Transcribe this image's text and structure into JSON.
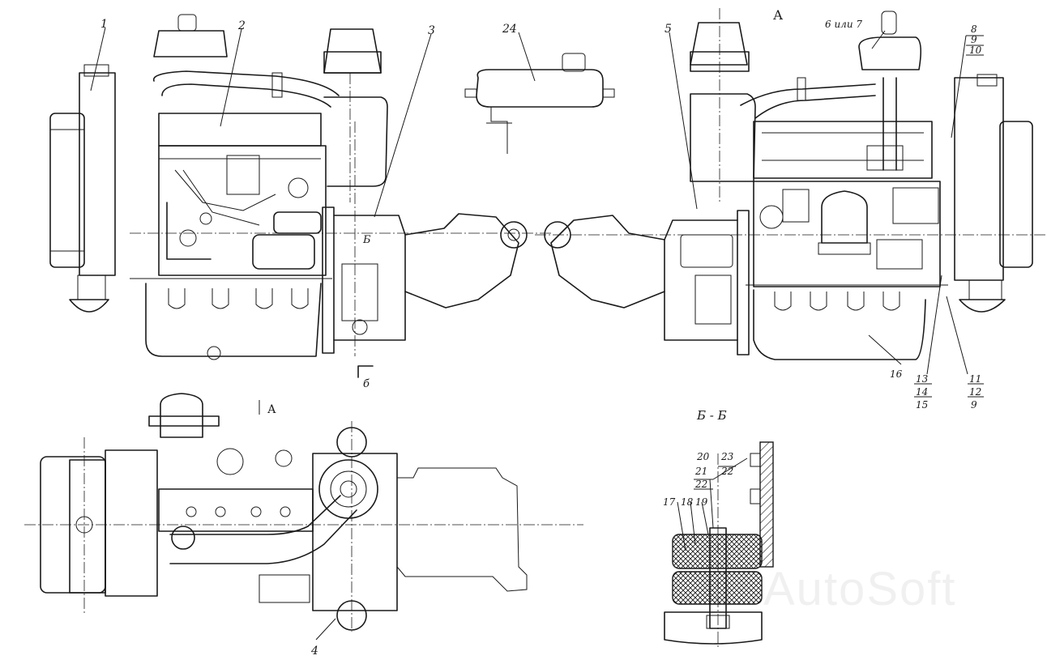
{
  "callouts": {
    "c1": "1",
    "c2": "2",
    "c3": "3",
    "c4": "4",
    "c5": "5",
    "c6or7": "6 или 7",
    "c8": "8",
    "c9a": "9",
    "c10": "10",
    "c11": "11",
    "c12": "12",
    "c9b": "9",
    "c13": "13",
    "c14": "14",
    "c15": "15",
    "c16": "16",
    "c17": "17",
    "c18": "18",
    "c19": "19",
    "c20": "20",
    "c21": "21",
    "c22a": "22",
    "c23": "23",
    "c22b": "22",
    "c24": "24"
  },
  "views": {
    "view_a_label": "А",
    "view_a_arrow": "А",
    "section_mark": "Б",
    "section_mark_arrow": "б",
    "section_title": "Б - Б"
  },
  "watermark": "AutoSoft"
}
